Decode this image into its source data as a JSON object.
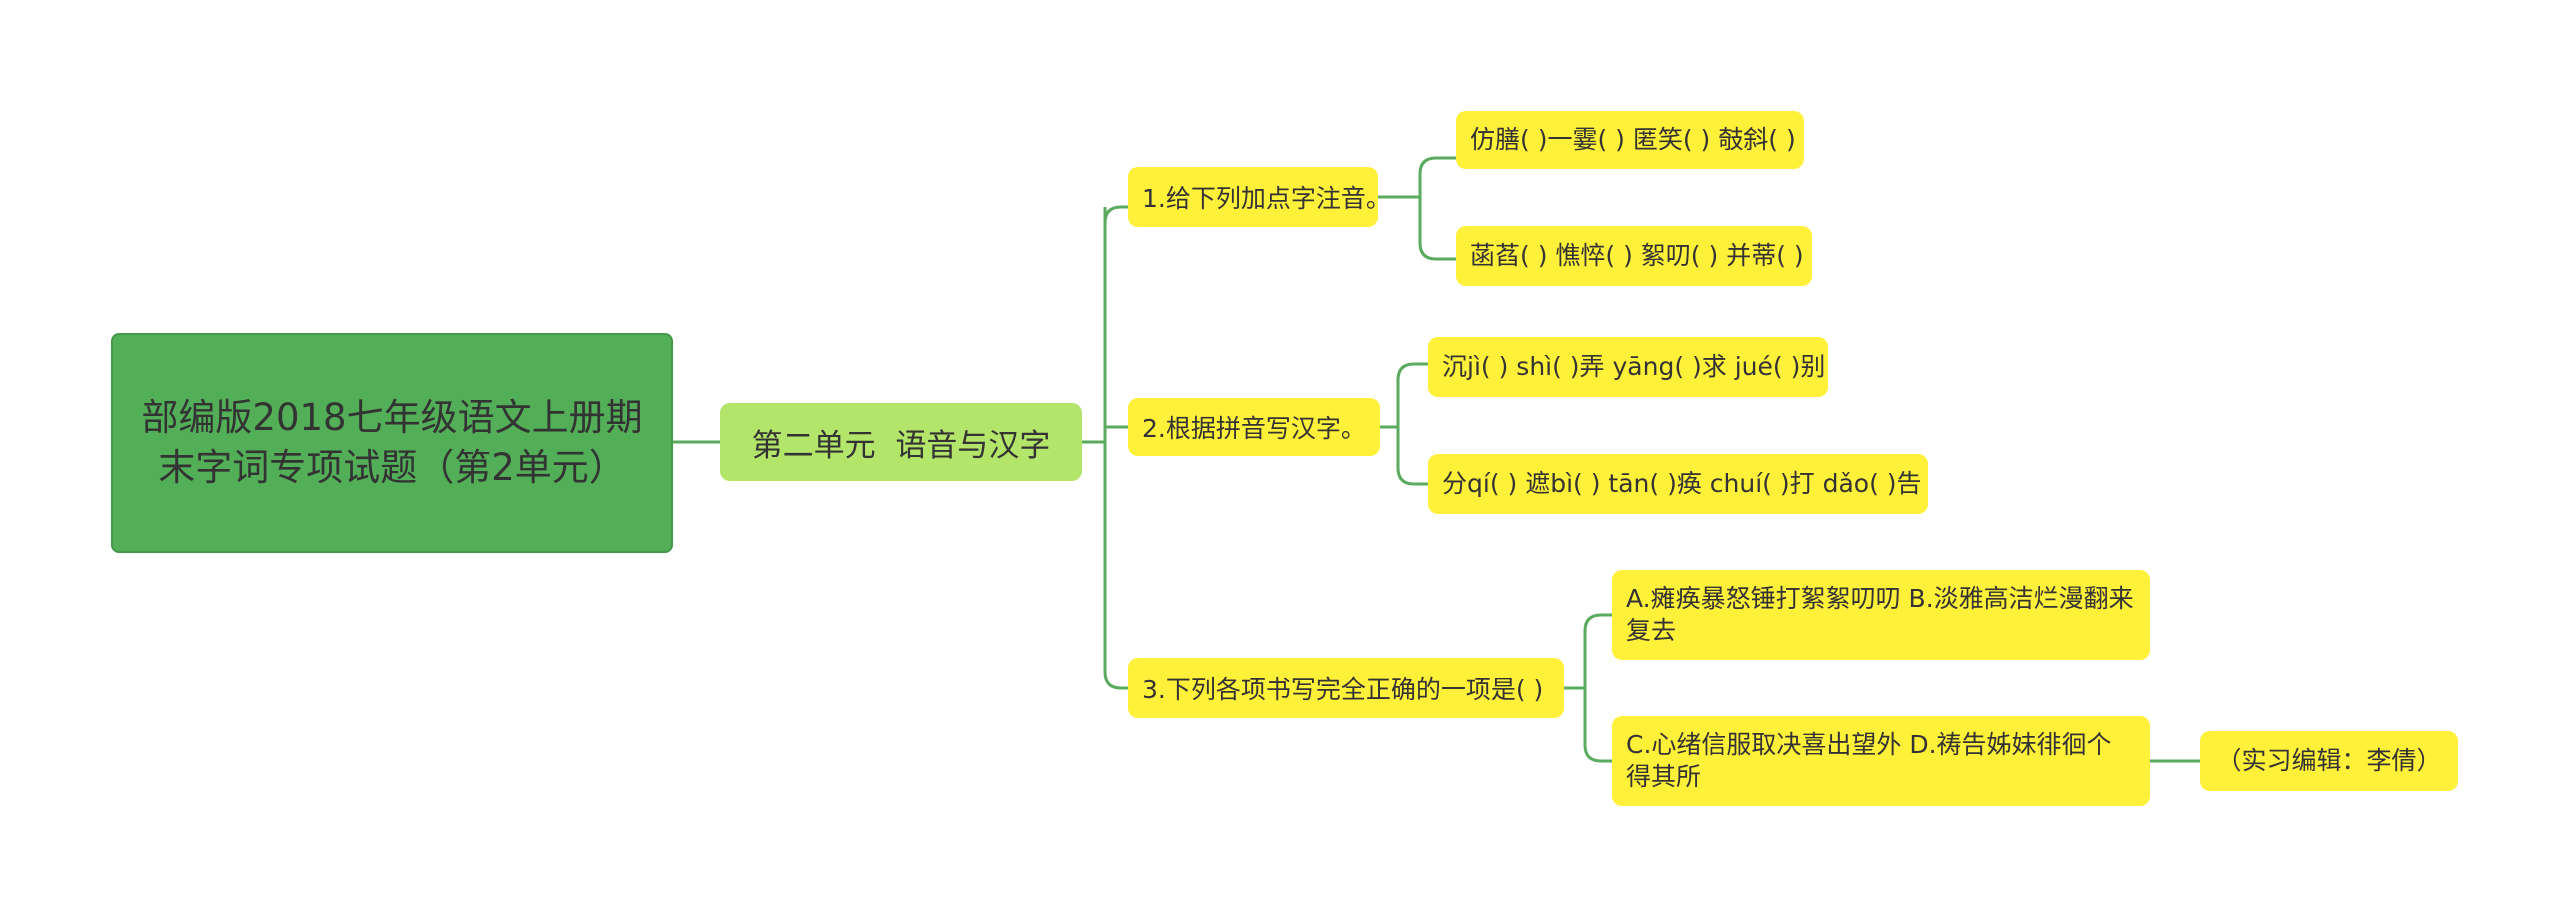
{
  "root": {
    "title": "部编版2018七年级语文上册期末字词专项试题（第2单元）"
  },
  "unit": {
    "label": "第二单元  语音与汉字"
  },
  "questions": [
    {
      "label": "1.给下列加点字注音。",
      "items": [
        "仿膳( )一霎( ) 匿笑( ) 攲斜( )",
        "菡萏( ) 憔悴( ) 絮叨( ) 并蒂( )"
      ]
    },
    {
      "label": "2.根据拼音写汉字。",
      "items": [
        "沉jì( ) shì( )弄 yāng( )求 jué( )别",
        "分qí( ) 遮bì( ) tān( )痪 chuí( )打 dǎo( )告"
      ]
    },
    {
      "label": "3.下列各项书写完全正确的一项是( )",
      "items": [
        "A.瘫痪暴怒锤打絮絮叨叨 B.淡雅高洁烂漫翻来复去",
        "C.心绪信服取决喜出望外 D.祷告姊妹徘徊个得其所"
      ]
    }
  ],
  "note": {
    "label": "（实习编辑：李倩）"
  },
  "colors": {
    "root": "#52ae57",
    "unit": "#b2e56a",
    "topic": "#fff03a",
    "connector": "#5aab5e"
  }
}
